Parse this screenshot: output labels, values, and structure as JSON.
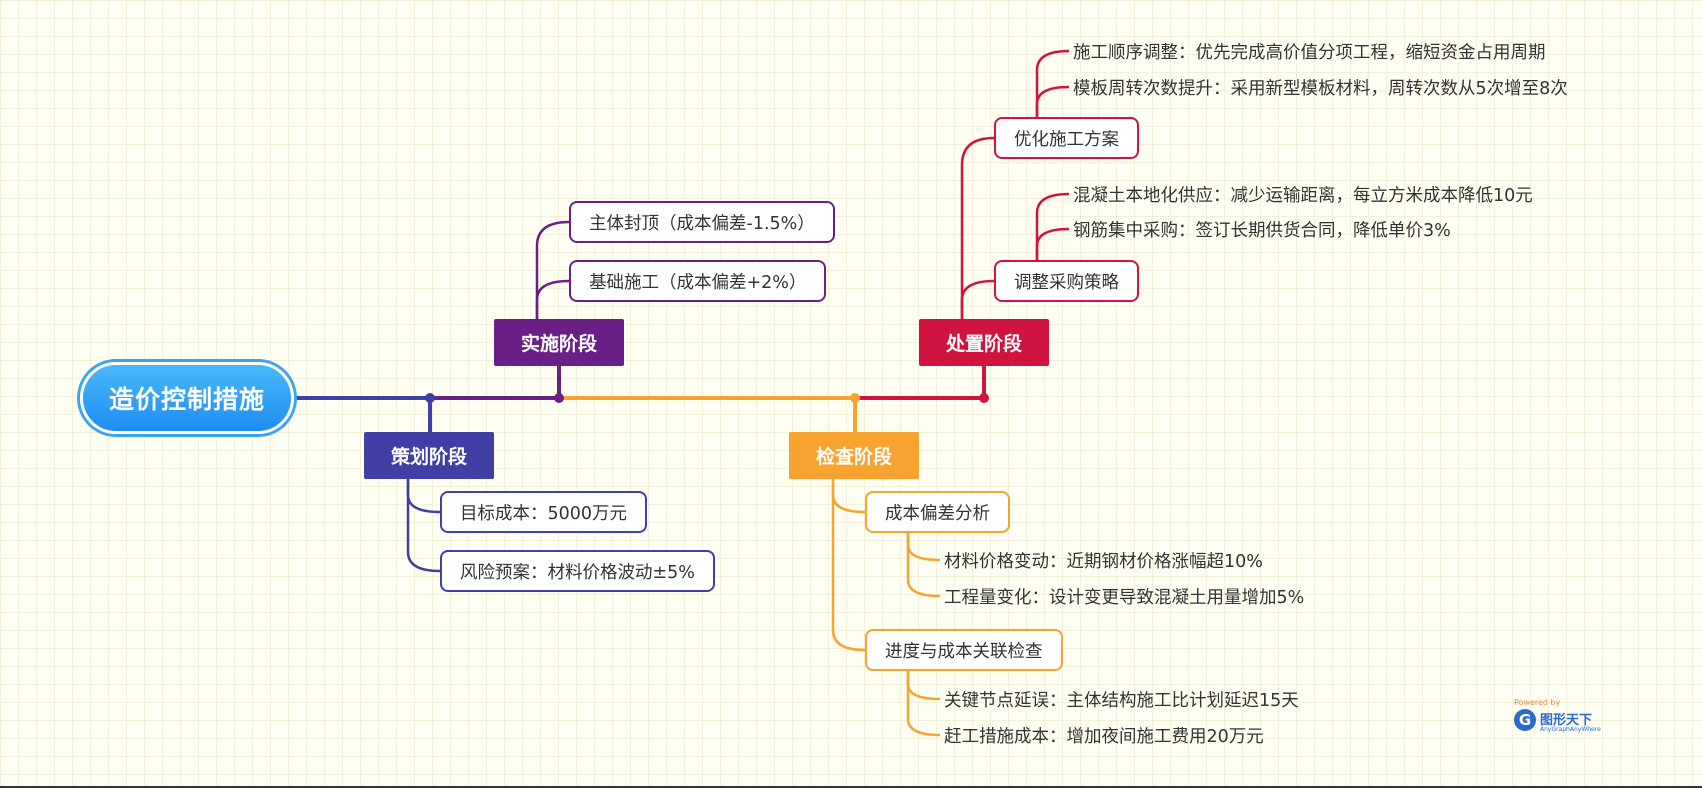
{
  "root": {
    "label": "造价控制措施"
  },
  "colors": {
    "root": "#2196f3",
    "plan": "#3f3fa5",
    "implement": "#6a1f86",
    "check": "#f6a32f",
    "dispose": "#d0143f"
  },
  "stages": {
    "plan": {
      "label": "策划阶段",
      "items": [
        "目标成本：5000万元",
        "风险预案：材料价格波动±5%"
      ]
    },
    "implement": {
      "label": "实施阶段",
      "items": [
        "主体封顶（成本偏差-1.5%）",
        "基础施工（成本偏差+2%）"
      ]
    },
    "check": {
      "label": "检查阶段",
      "groups": [
        {
          "label": "成本偏差分析",
          "items": [
            "材料价格变动：近期钢材价格涨幅超10%",
            "工程量变化：设计变更导致混凝土用量增加5%"
          ]
        },
        {
          "label": "进度与成本关联检查",
          "items": [
            "关键节点延误：主体结构施工比计划延迟15天",
            "赶工措施成本：增加夜间施工费用20万元"
          ]
        }
      ]
    },
    "dispose": {
      "label": "处置阶段",
      "groups": [
        {
          "label": "优化施工方案",
          "items": [
            "施工顺序调整：优先完成高价值分项工程，缩短资金占用周期",
            "模板周转次数提升：采用新型模板材料，周转次数从5次增至8次"
          ]
        },
        {
          "label": "调整采购策略",
          "items": [
            "混凝土本地化供应：减少运输距离，每立方米成本降低10元",
            "钢筋集中采购：签订长期供货合同，降低单价3%"
          ]
        }
      ]
    }
  },
  "watermark": {
    "powered": "Powered by",
    "brand": "图形天下",
    "brand_en": "AnyGraphAnyWhere"
  }
}
